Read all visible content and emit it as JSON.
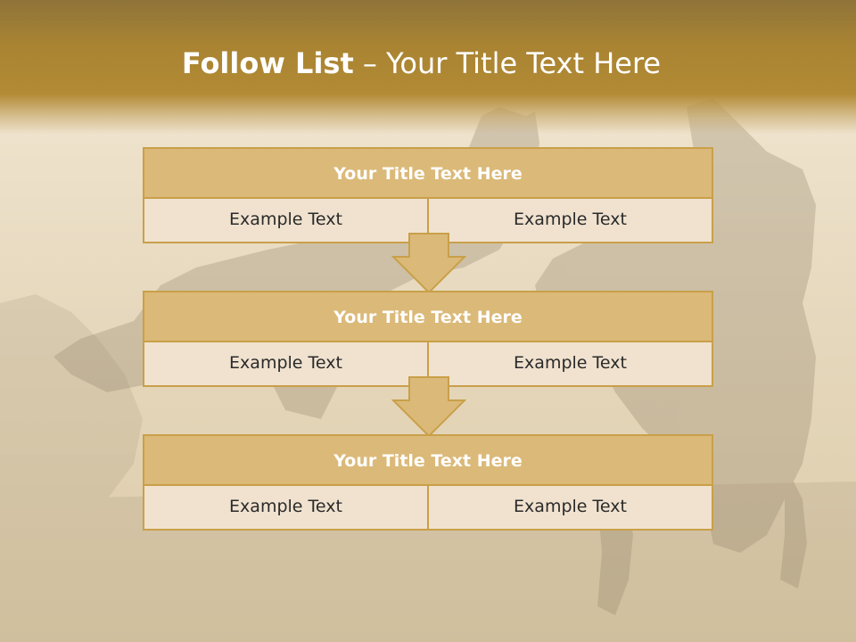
{
  "slide": {
    "title_bold": "Follow List",
    "title_separator": " – ",
    "title_rest": "Your Title Text Here"
  },
  "steps": [
    {
      "header": "Your Title Text Here",
      "left": "Example Text",
      "right": "Example Text"
    },
    {
      "header": "Your Title Text Here",
      "left": "Example Text",
      "right": "Example Text"
    },
    {
      "header": "Your Title Text Here",
      "left": "Example Text",
      "right": "Example Text"
    }
  ],
  "colors": {
    "header_band": "#b38a35",
    "box_header": "#dbb978",
    "box_cell": "#f0e2cf",
    "box_border": "#c9a049",
    "arrow_fill": "#dbb978"
  }
}
